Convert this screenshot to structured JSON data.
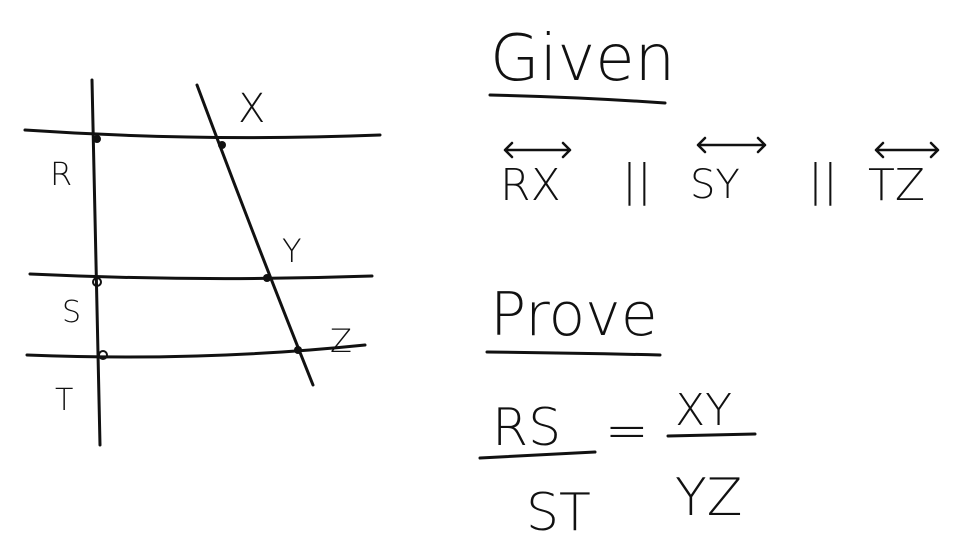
{
  "figure": {
    "point_labels": {
      "R": "R",
      "S": "S",
      "T": "T",
      "X": "X",
      "Y": "Y",
      "Z": "Z"
    }
  },
  "given": {
    "heading": "Given",
    "line1": "RX",
    "line2": "SY",
    "line3": "TZ",
    "parallel_symbol": "||"
  },
  "prove": {
    "heading": "Prove",
    "left_numerator": "RS",
    "left_denominator": "ST",
    "equals": "=",
    "right_numerator": "XY",
    "right_denominator": "YZ"
  },
  "colors": {
    "ink": "#111111",
    "background": "#ffffff"
  }
}
